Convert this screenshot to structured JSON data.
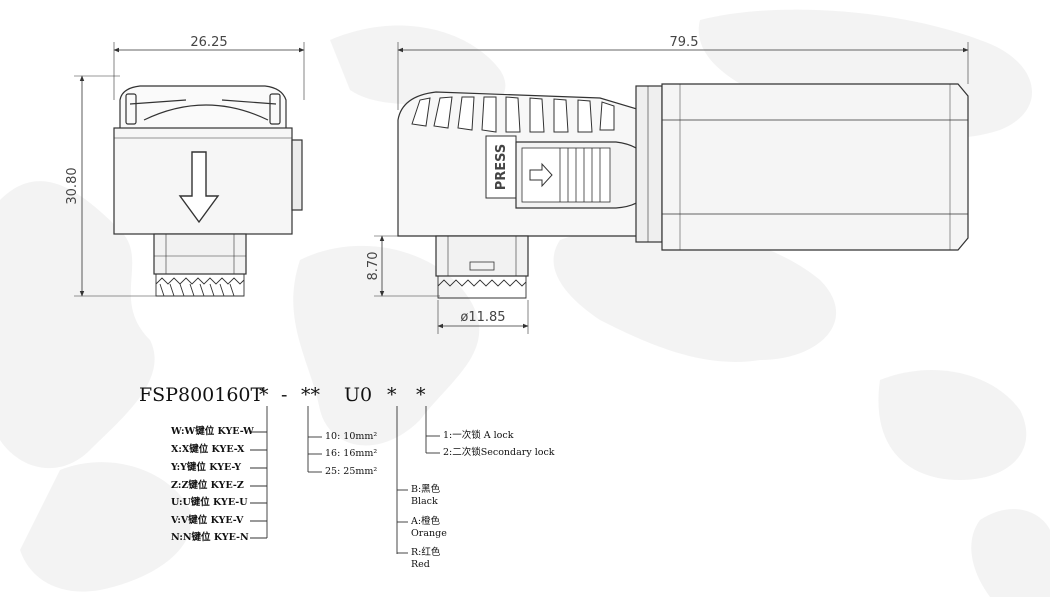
{
  "dimensions": {
    "front_width": "26.25",
    "front_height": "30.80",
    "side_length": "79.5",
    "side_stub": "8.70",
    "stub_diameter": "ø11.85"
  },
  "labels": {
    "press": "PRESS"
  },
  "part_code": {
    "base": "FSP800160T",
    "seg1": "*",
    "dash": "-",
    "seg2": "**",
    "seg3": "U0",
    "seg4": "*",
    "seg5": "*"
  },
  "key_options": [
    "W:W键位 KYE-W",
    "X:X键位 KYE-X",
    "Y:Y键位 KYE-Y",
    "Z:Z键位 KYE-Z",
    "U:U键位 KYE-U",
    "V:V键位 KYE-V",
    "N:N键位 KYE-N"
  ],
  "size_options": [
    "10: 10mm²",
    "16: 16mm²",
    "25: 25mm²"
  ],
  "color_options": [
    {
      "line1": "B:黑色",
      "line2": "Black"
    },
    {
      "line1": "A:橙色",
      "line2": "Orange"
    },
    {
      "line1": "R:红色",
      "line2": "Red"
    }
  ],
  "lock_options": [
    "1:一次锁 A lock",
    "2:二次锁Secondary lock"
  ],
  "colors": {
    "line": "#333333",
    "body_fill": "#f4f4f4",
    "map_bg": "#eeeeee"
  }
}
